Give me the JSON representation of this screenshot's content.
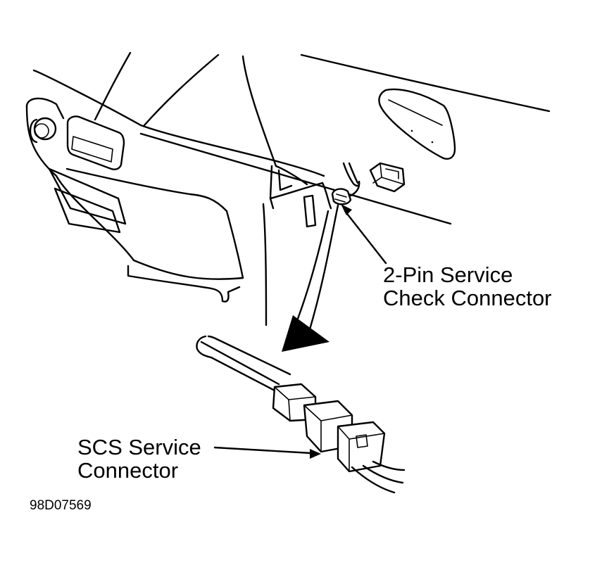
{
  "labels": {
    "check_connector_line1": "2-Pin Service",
    "check_connector_line2": "Check Connector",
    "scs_connector_line1": "SCS Service",
    "scs_connector_line2": "Connector",
    "figure_id": "98D07569"
  }
}
